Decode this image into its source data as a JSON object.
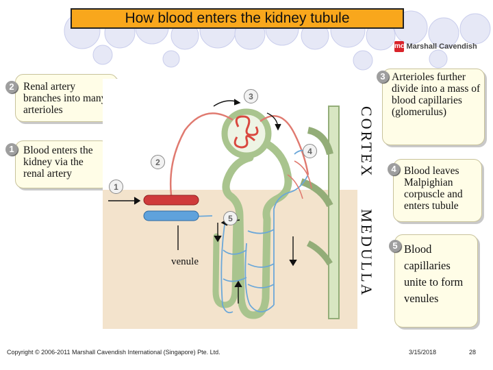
{
  "header": {
    "title": "How blood enters the kidney tubule",
    "logo_mark": "mc",
    "logo_text": "Marshall Cavendish"
  },
  "callouts": [
    {
      "number": "1",
      "text": "Blood enters the kidney via the renal artery"
    },
    {
      "number": "2",
      "text": "Renal artery branches into many arterioles"
    },
    {
      "number": "3",
      "text": "Arterioles further divide into a mass of blood capillaries (glomerulus)"
    },
    {
      "number": "4",
      "text": "Blood leaves Malpighian corpuscle and enters tubule"
    },
    {
      "number": "5",
      "text": "Blood capillaries unite to form venules"
    }
  ],
  "diagram": {
    "region_labels": {
      "cortex": "CORTEX",
      "medulla": "MEDULLA"
    },
    "venule_label": "venule",
    "badges": [
      "1",
      "2",
      "3",
      "4",
      "5"
    ]
  },
  "footer": {
    "copyright": "Copyright © 2006-2011 Marshall Cavendish International (Singapore) Pte. Ltd.",
    "date": "3/15/2018",
    "page": "28"
  }
}
